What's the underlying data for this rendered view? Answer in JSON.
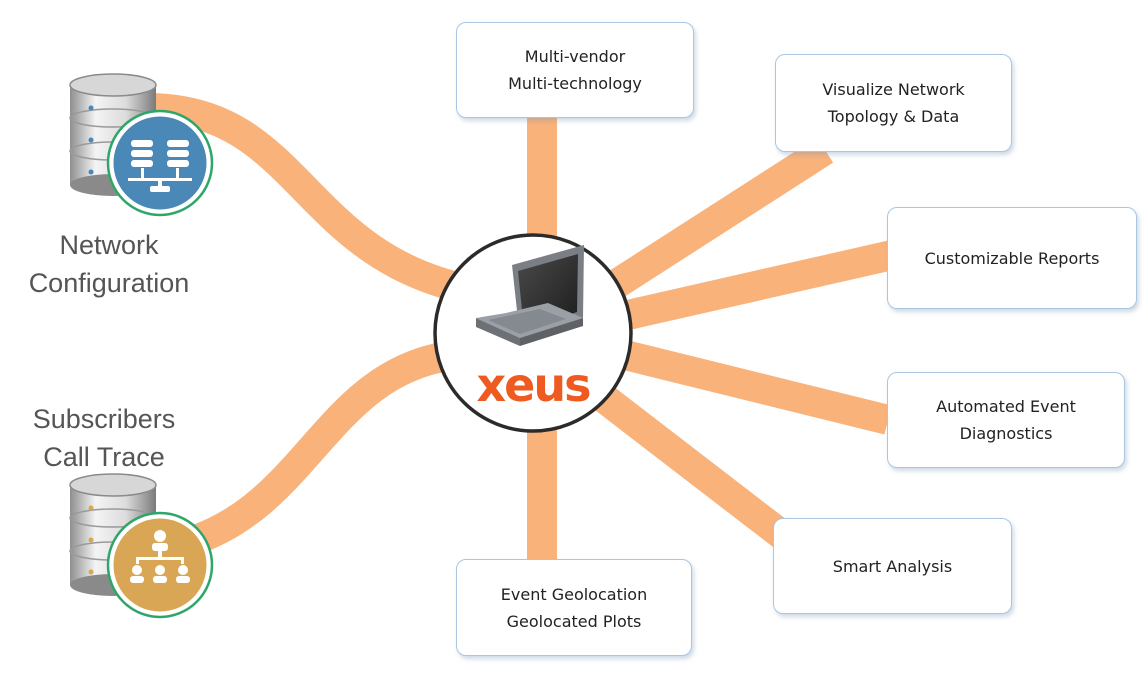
{
  "hub": {
    "brand": "xeus",
    "brand_color": "#ee5a1f",
    "icon": "laptop-icon"
  },
  "connector_color": "#f9b27a",
  "sources": [
    {
      "label": "Network\nConfiguration",
      "icon": "network-database-icon",
      "badge_color": "#4a88b8"
    },
    {
      "label": "Subscribers\nCall Trace",
      "icon": "org-chart-database-icon",
      "badge_color": "#d8a654"
    }
  ],
  "features": [
    {
      "label": "Multi-vendor\nMulti-technology"
    },
    {
      "label": "Visualize Network\nTopology & Data"
    },
    {
      "label": "Customizable Reports"
    },
    {
      "label": "Automated Event\nDiagnostics"
    },
    {
      "label": "Smart Analysis"
    },
    {
      "label": "Event Geolocation\nGeolocated Plots"
    }
  ]
}
